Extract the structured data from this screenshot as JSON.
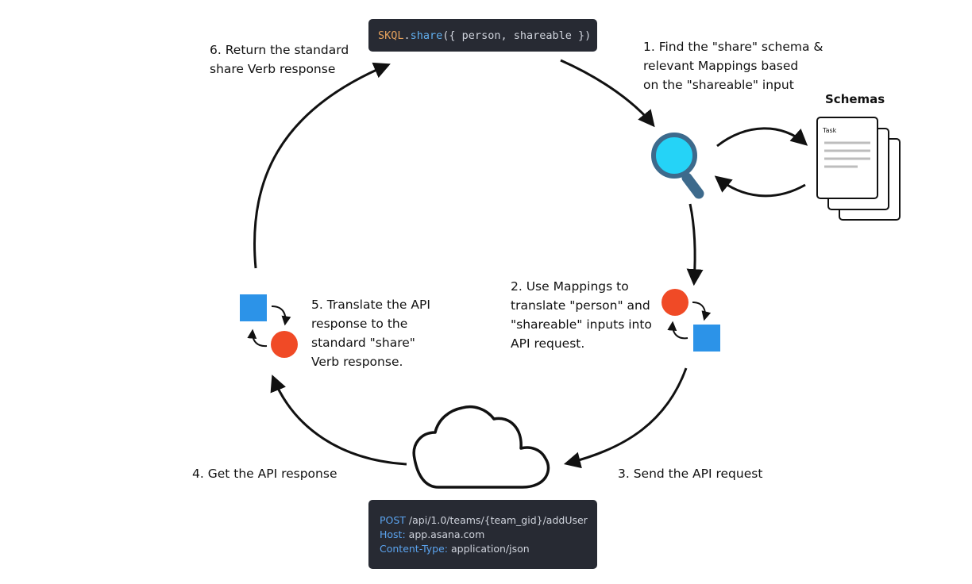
{
  "code_call": {
    "object": "SKQL",
    "dot": ".",
    "method": "share",
    "args": "({ person, shareable })"
  },
  "steps": {
    "step1": [
      "1. Find the \"share\" schema &",
      "relevant Mappings based",
      "on the \"shareable\" input"
    ],
    "step2": [
      "2. Use Mappings to",
      "translate \"person\" and",
      "\"shareable\" inputs into",
      "API request."
    ],
    "step3": "3. Send the API request",
    "step4": "4. Get the API response",
    "step5": [
      "5. Translate the API",
      "response to the",
      "standard \"share\"",
      "Verb response."
    ],
    "step6": [
      "6. Return the standard",
      "share Verb response"
    ]
  },
  "schemas": {
    "title": "Schemas",
    "doc_label": "Task"
  },
  "api_request": {
    "method": "POST",
    "path": " /api/1.0/teams/{team_gid}/addUser",
    "host_key": "Host:",
    "host_value": " app.asana.com",
    "ctype_key": "Content-Type:",
    "ctype_value": " application/json"
  },
  "colors": {
    "translate_circle": "#f04a26",
    "translate_square": "#2c93e8",
    "magnifier_lens": "#25d3f7",
    "magnifier_rim": "#3d6a8c",
    "code_bg": "#272a33"
  }
}
